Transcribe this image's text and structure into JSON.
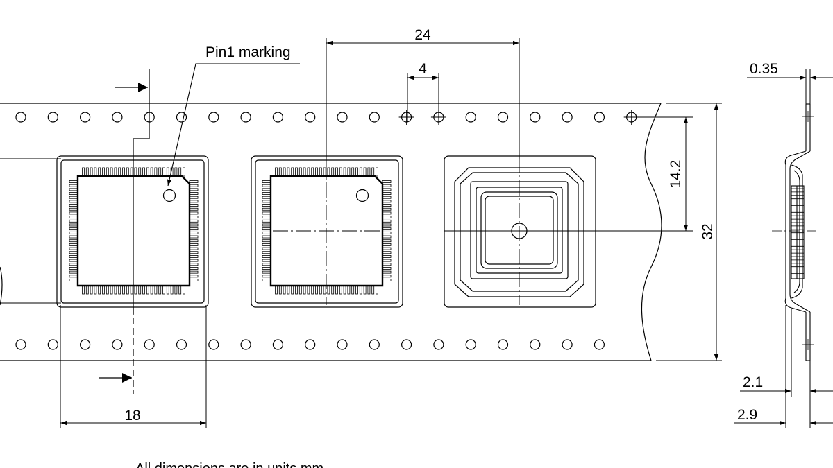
{
  "labels": {
    "pin1_marking": "Pin1 marking",
    "note": "All dimensions are in units mm"
  },
  "dimensions": {
    "pocket_pitch": "24",
    "sprocket_pitch": "4",
    "hole_to_pocket_center": "14.2",
    "tape_width": "32",
    "pocket_width": "18",
    "tape_thickness": "0.35",
    "pocket_depth_inner": "2.1",
    "pocket_depth_outer": "2.9"
  },
  "colors": {
    "line": "#000000",
    "background": "#ffffff"
  }
}
